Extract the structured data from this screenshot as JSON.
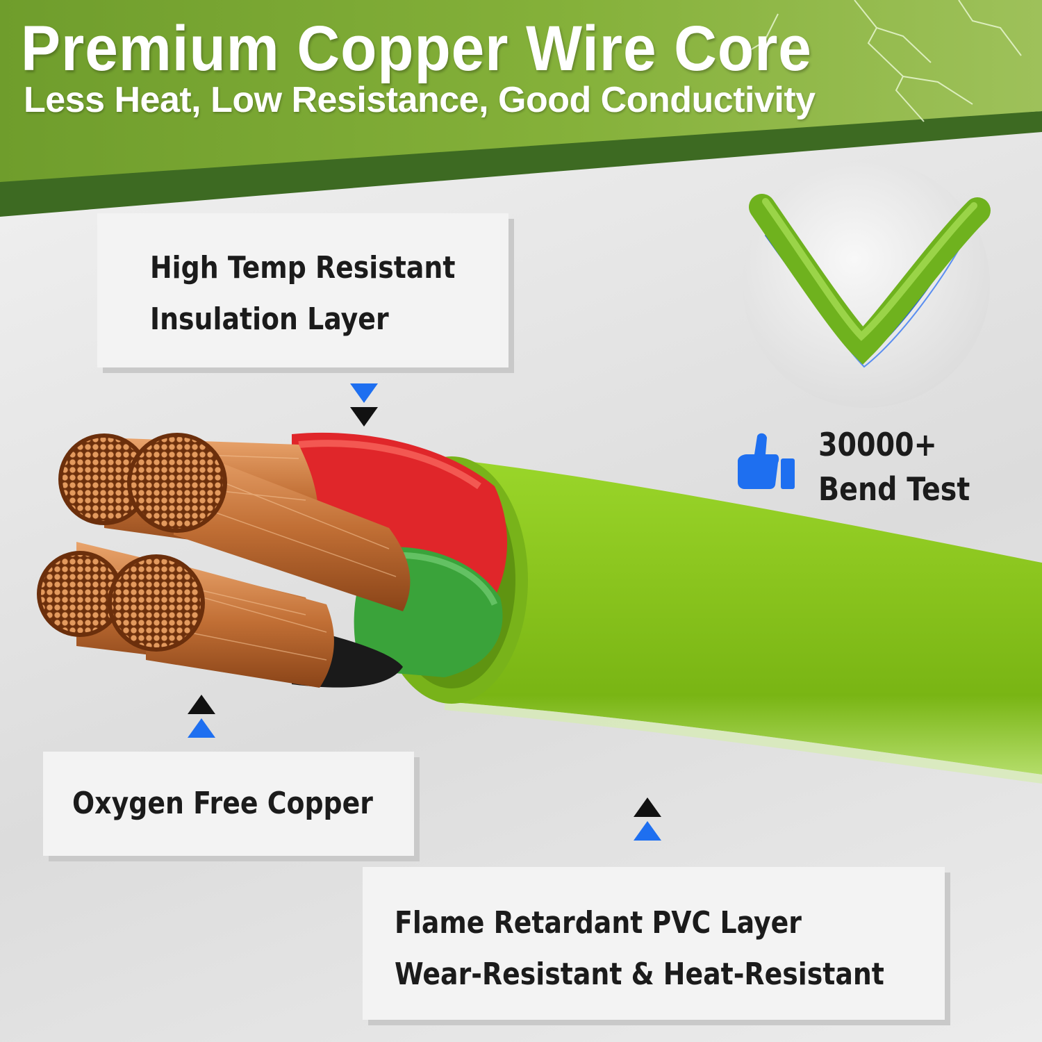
{
  "banner": {
    "title": "Premium Copper Wire Core",
    "subtitle": "Less Heat, Low Resistance, Good Conductivity",
    "color": "#7aa530",
    "shadow_color": "#3d6a22"
  },
  "labels": {
    "insulation": {
      "line1": "High Temp Resistant",
      "line2": "Insulation Layer"
    },
    "copper": {
      "line1": "Oxygen Free Copper"
    },
    "pvc": {
      "line1": "Flame Retardant PVC Layer",
      "line2": "Wear-Resistant & Heat-Resistant"
    }
  },
  "bend_test": {
    "line1": "30000+",
    "line2": "Bend Test"
  },
  "icons": {
    "thumb": "thumbs-up-icon",
    "arrow_down": "down-arrow-icon",
    "arrow_up": "up-arrow-icon",
    "lightning": "lightning-icon"
  },
  "colors": {
    "cable_green": "#86c21d",
    "copper": "#c87a3e",
    "red_core": "#e0262a",
    "green_core": "#3aa33a",
    "arrow_blue": "#1e6ff0",
    "arrow_black": "#111111"
  }
}
